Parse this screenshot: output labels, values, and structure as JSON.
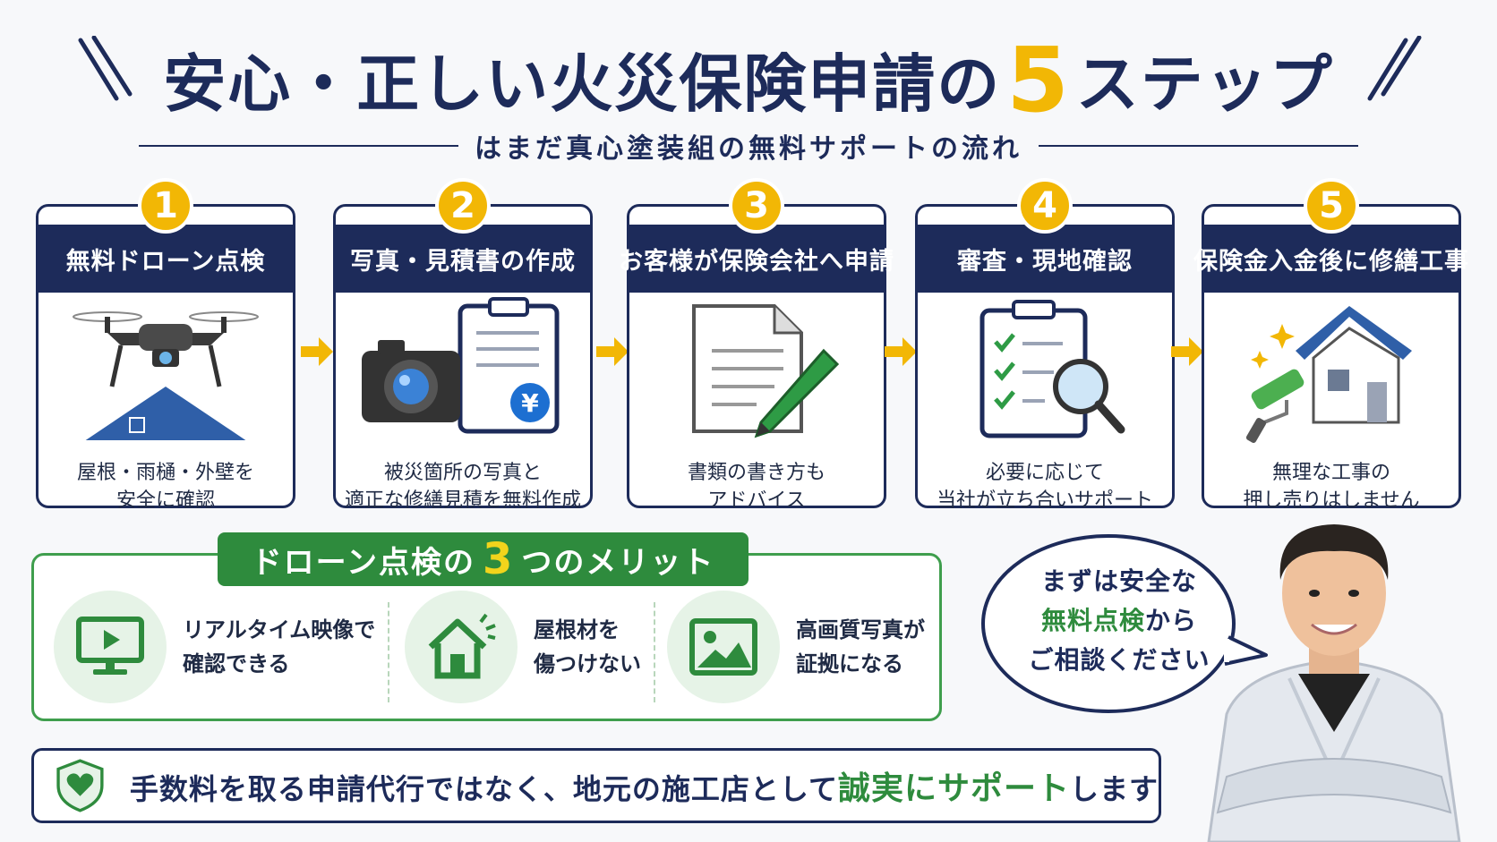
{
  "header": {
    "title_before": "安心・正しい火災保険申請の",
    "title_number": "5",
    "title_after": "ステップ",
    "subtitle": "はまだ真心塗装組の無料サポートの流れ"
  },
  "steps": [
    {
      "number": "1",
      "title": "無料ドローン点検",
      "desc_line1": "屋根・雨樋・外壁を",
      "desc_line2": "安全に確認",
      "icon": "drone-roof-icon"
    },
    {
      "number": "2",
      "title": "写真・見積書の作成",
      "desc_line1": "被災箇所の写真と",
      "desc_line2": "適正な修繕見積を無料作成",
      "icon": "camera-estimate-icon",
      "yen": "¥"
    },
    {
      "number": "3",
      "title": "お客様が保険会社へ申請",
      "desc_line1": "書類の書き方も",
      "desc_line2": "アドバイス",
      "icon": "document-pen-icon"
    },
    {
      "number": "4",
      "title": "審査・現地確認",
      "desc_line1": "必要に応じて",
      "desc_line2": "当社が立ち合いサポート",
      "icon": "checklist-magnifier-icon"
    },
    {
      "number": "5",
      "title": "保険金入金後に修繕工事",
      "desc_line1": "無理な工事の",
      "desc_line2": "押し売りはしません",
      "icon": "house-roller-icon"
    }
  ],
  "merits": {
    "title_before": "ドローン点検の",
    "title_number": "3",
    "title_after": "つのメリット",
    "items": [
      {
        "line1": "リアルタイム映像で",
        "line2": "確認できる",
        "icon": "monitor-play-icon"
      },
      {
        "line1": "屋根材を",
        "line2": "傷つけない",
        "icon": "house-icon"
      },
      {
        "line1": "高画質写真が",
        "line2": "証拠になる",
        "icon": "image-icon"
      }
    ]
  },
  "bubble": {
    "line1": "まずは安全な",
    "line2_highlight": "無料点検",
    "line2_rest": "から",
    "line3": "ご相談ください"
  },
  "footer": {
    "text_before": "手数料を取る申請代行ではなく、地元の施工店として",
    "text_highlight": "誠実にサポート",
    "text_after": "します",
    "icon": "shield-heart-icon"
  },
  "colors": {
    "navy": "#1d2b5a",
    "yellow": "#f2b705",
    "green": "#2e8b3d",
    "light_green": "#e6f3e7"
  }
}
